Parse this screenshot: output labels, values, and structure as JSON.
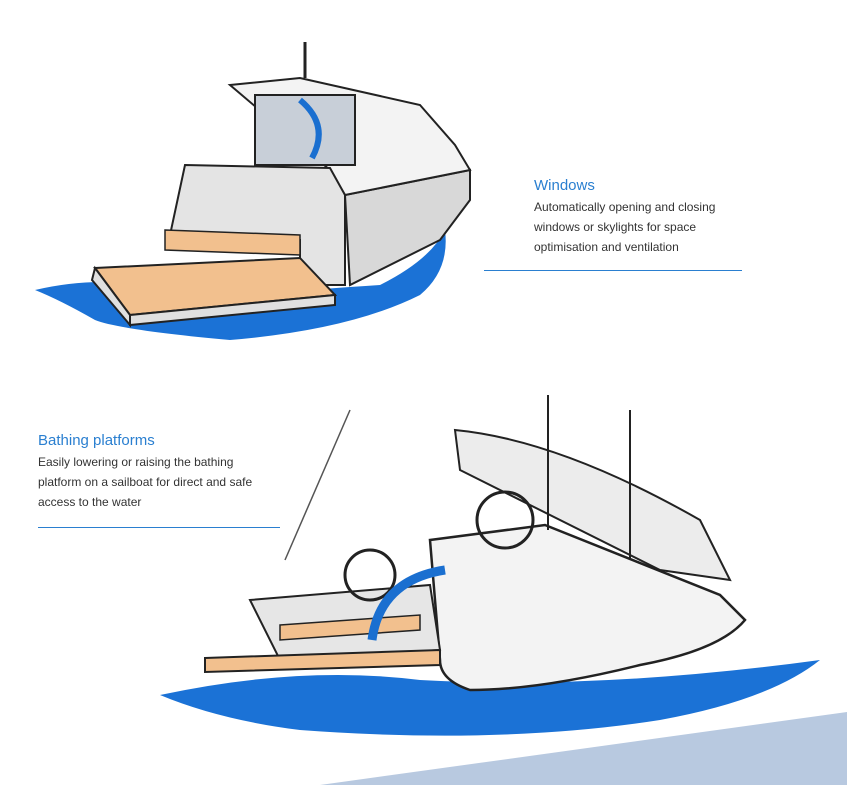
{
  "sections": [
    {
      "title": "Windows",
      "lines": [
        "Automatically opening and closing",
        "windows or skylights for space",
        "optimisation and ventilation"
      ]
    },
    {
      "title": "Bathing platforms",
      "lines": [
        "Easily lowering or raising the bathing",
        "platform on a sailboat for direct and safe",
        "access to the water"
      ]
    }
  ],
  "colors": {
    "accent": "#2a7fd0",
    "water": "#1a6fd0",
    "teak": "#f2c08e",
    "corner": "#b8c9e0"
  }
}
